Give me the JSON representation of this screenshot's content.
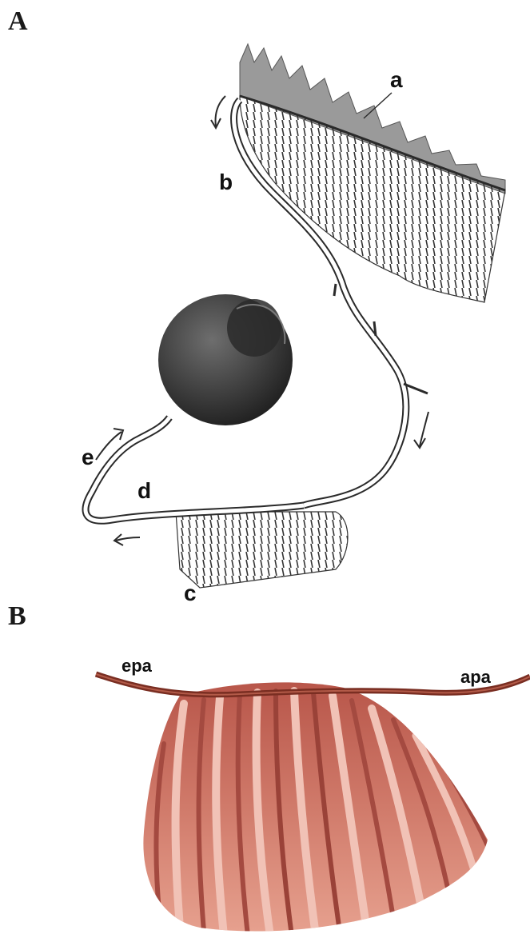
{
  "panels": {
    "a": {
      "letter": "A"
    },
    "b": {
      "letter": "B"
    }
  },
  "labels": {
    "a": "a",
    "b": "b",
    "c": "c",
    "d": "d",
    "e": "e",
    "epa": "epa",
    "apa": "apa"
  },
  "colors": {
    "ink": "#2a2a2a",
    "eye": "#3a3a3a",
    "vessel_dark": "#8a3a2a",
    "tissue": "#c86a58",
    "tissue_light": "#e8b0a2"
  }
}
